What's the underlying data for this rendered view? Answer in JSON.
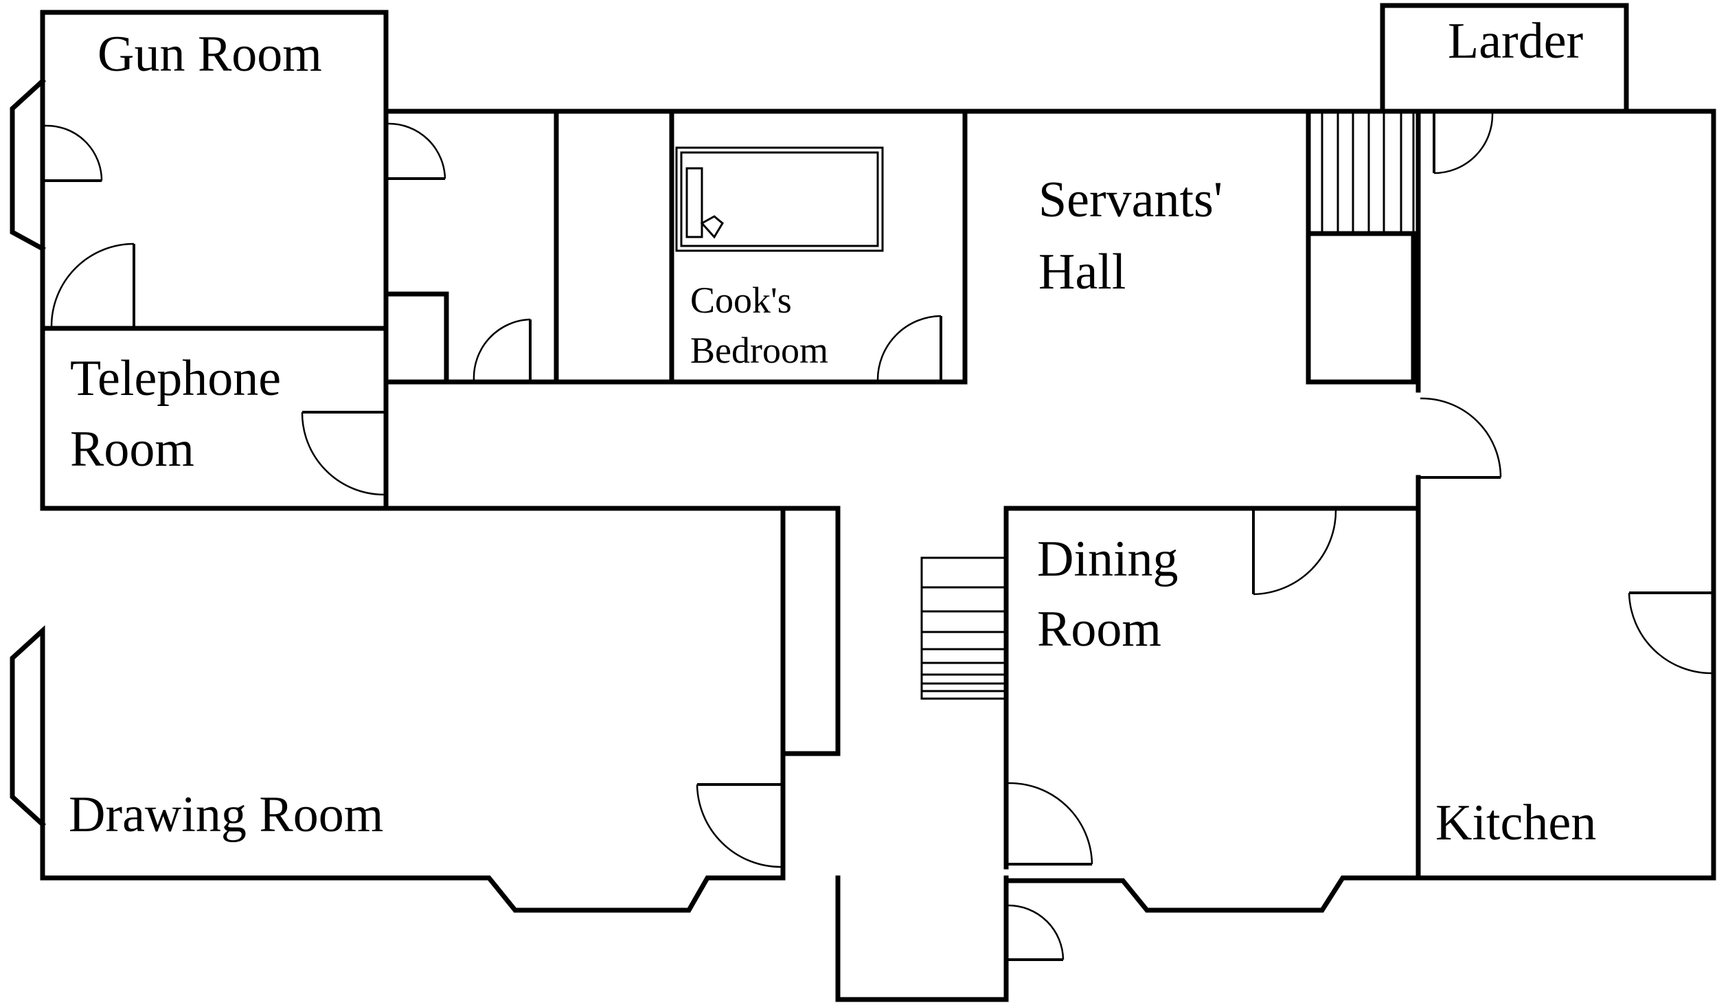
{
  "plan": {
    "rooms": [
      {
        "id": "gun-room",
        "lines": [
          "Gun Room"
        ]
      },
      {
        "id": "larder",
        "lines": [
          "Larder"
        ]
      },
      {
        "id": "servants-hall",
        "lines": [
          "Servants'",
          "Hall"
        ]
      },
      {
        "id": "cooks-bedroom",
        "lines": [
          "Cook's",
          "Bedroom"
        ]
      },
      {
        "id": "telephone-room",
        "lines": [
          "Telephone",
          "Room"
        ]
      },
      {
        "id": "dining-room",
        "lines": [
          "Dining",
          "Room"
        ]
      },
      {
        "id": "drawing-room",
        "lines": [
          "Drawing Room"
        ]
      },
      {
        "id": "kitchen",
        "lines": [
          "Kitchen"
        ]
      }
    ]
  }
}
